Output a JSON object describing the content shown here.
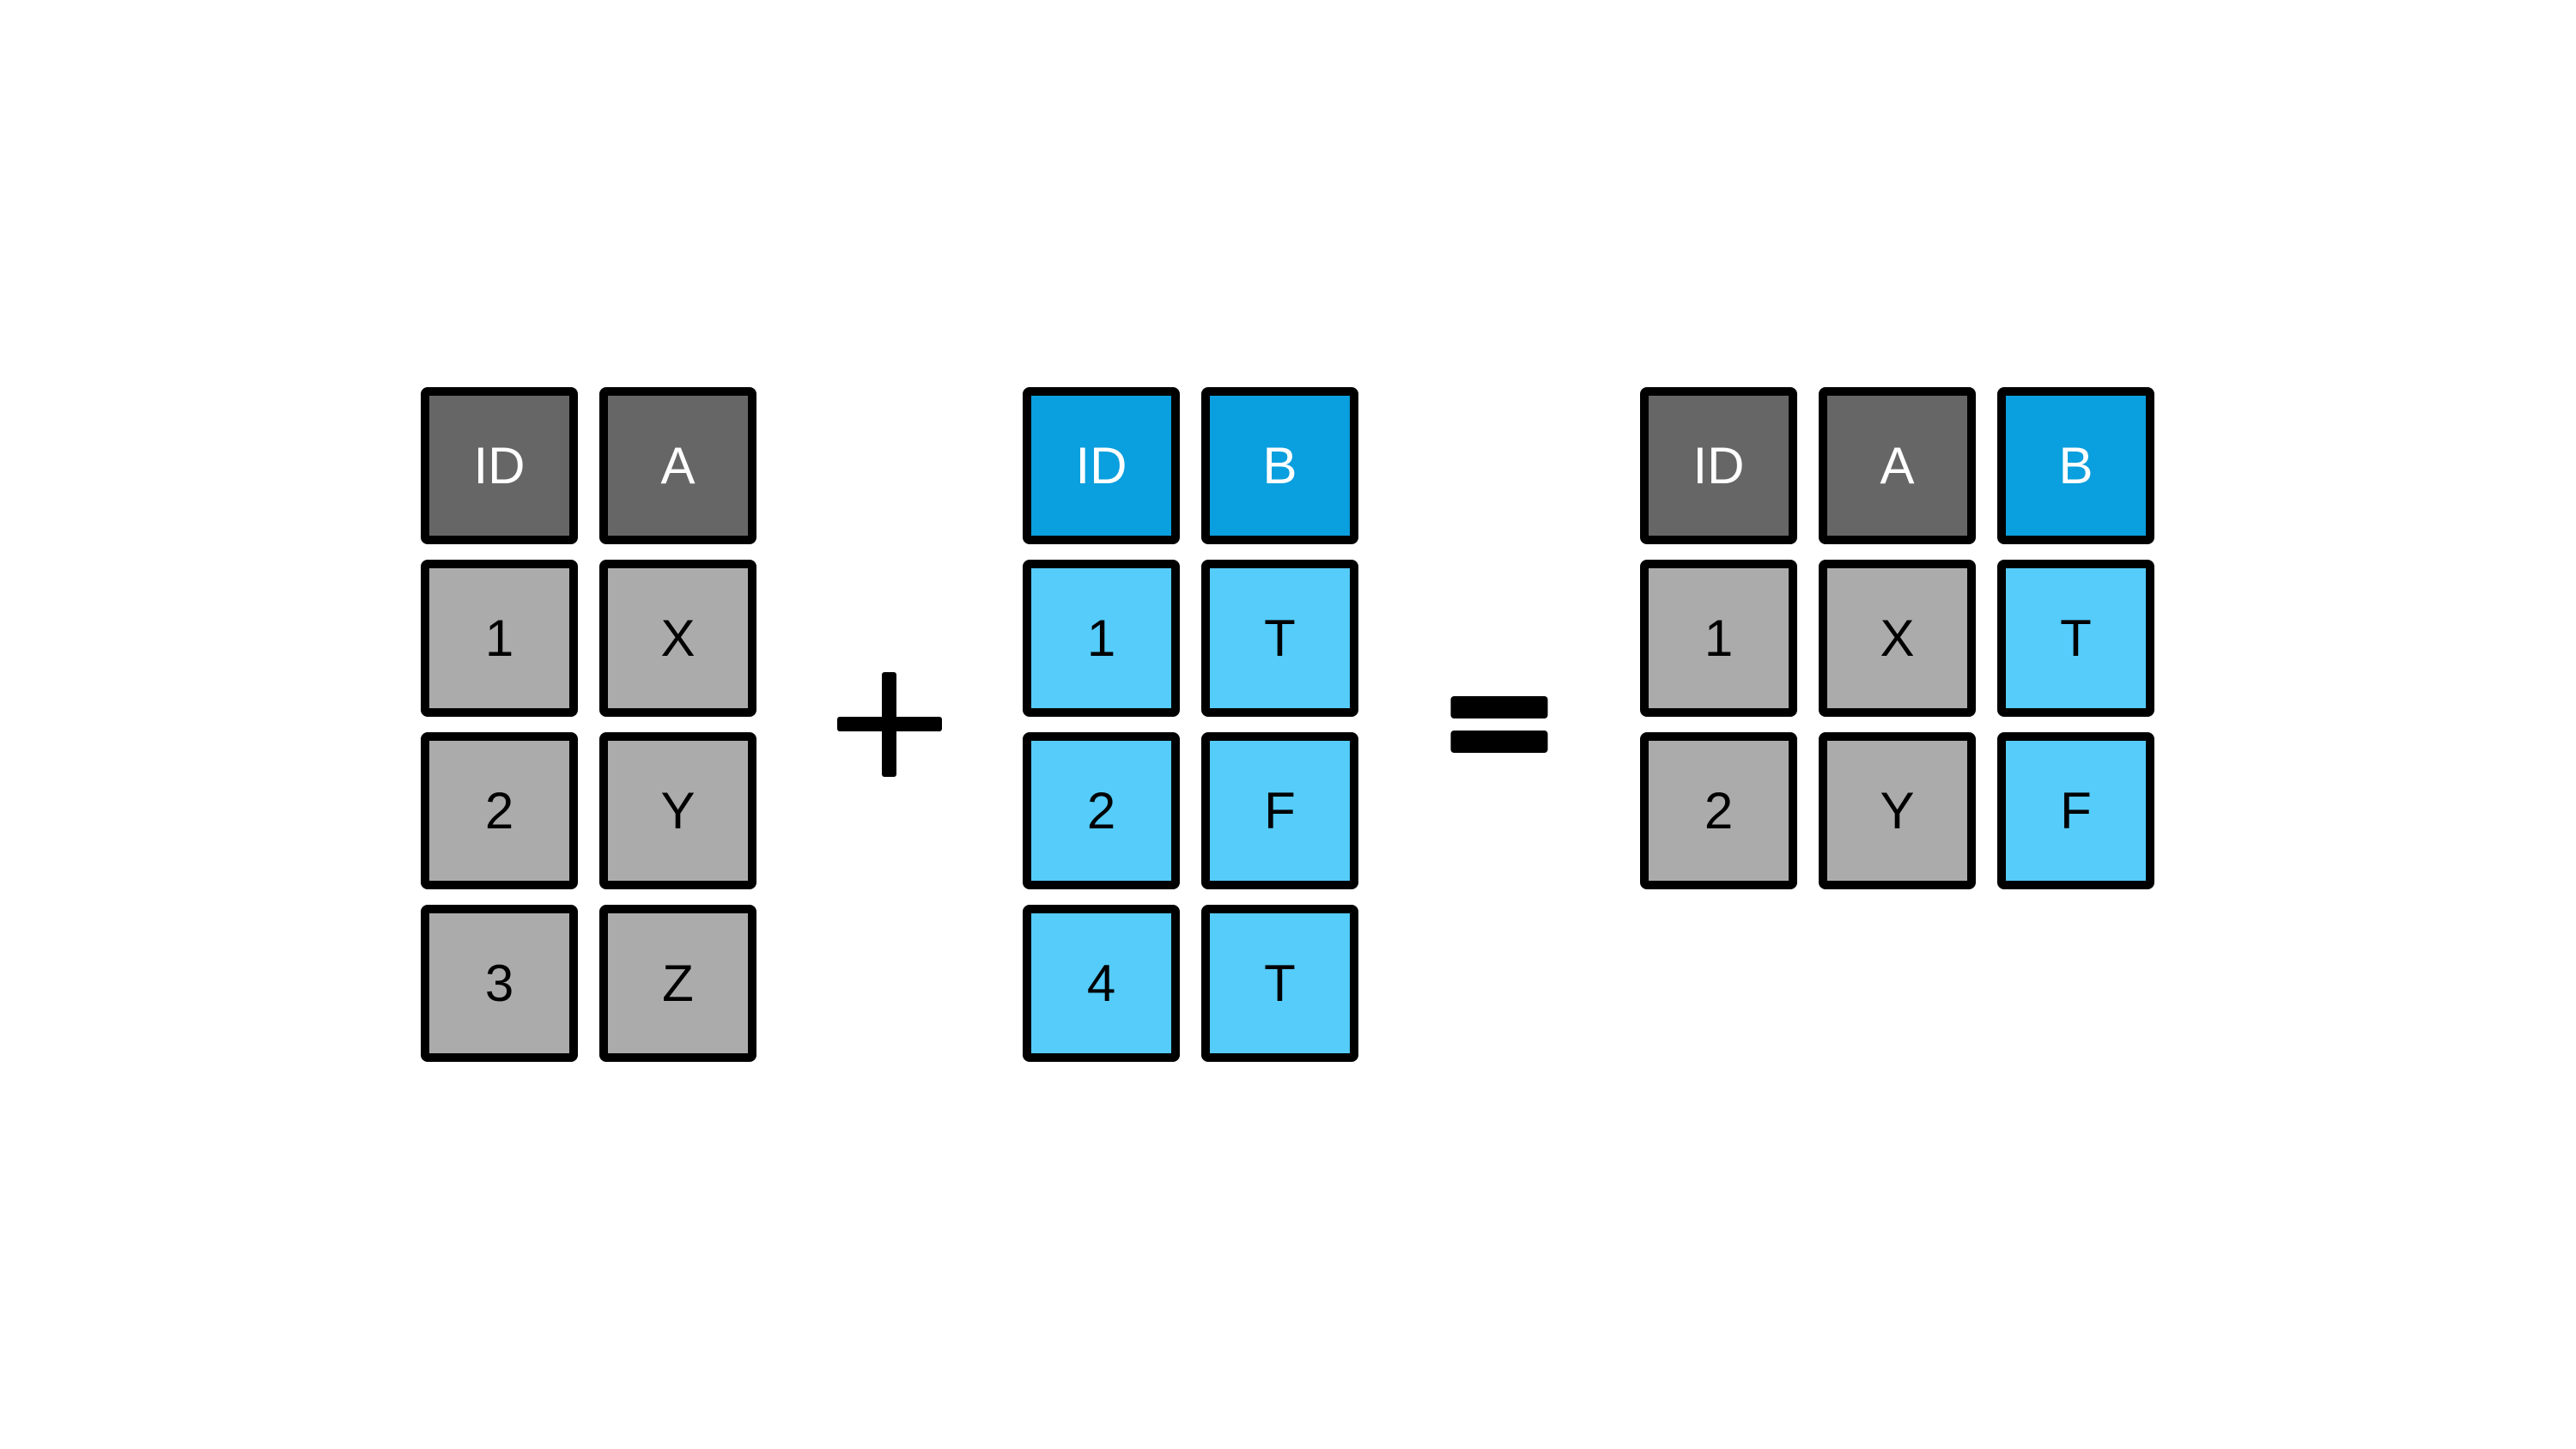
{
  "operators": {
    "plus": "+",
    "equals": "="
  },
  "tables": {
    "left": {
      "headers": [
        "ID",
        "A"
      ],
      "rows": [
        [
          "1",
          "X"
        ],
        [
          "2",
          "Y"
        ],
        [
          "3",
          "Z"
        ]
      ],
      "column_styles": [
        "gray",
        "gray"
      ]
    },
    "middle": {
      "headers": [
        "ID",
        "B"
      ],
      "rows": [
        [
          "1",
          "T"
        ],
        [
          "2",
          "F"
        ],
        [
          "4",
          "T"
        ]
      ],
      "column_styles": [
        "blue",
        "blue"
      ]
    },
    "result": {
      "headers": [
        "ID",
        "A",
        "B"
      ],
      "rows": [
        [
          "1",
          "X",
          "T"
        ],
        [
          "2",
          "Y",
          "F"
        ]
      ],
      "column_styles": [
        "gray",
        "gray",
        "blue"
      ]
    }
  },
  "colors": {
    "background": "#FFFFFF",
    "border": "#000000",
    "header_gray": "#666666",
    "body_gray": "#ABABAB",
    "header_blue": "#0A9FDE",
    "body_blue": "#55CCFA",
    "header_text": "#FFFFFF",
    "body_text": "#000000"
  }
}
